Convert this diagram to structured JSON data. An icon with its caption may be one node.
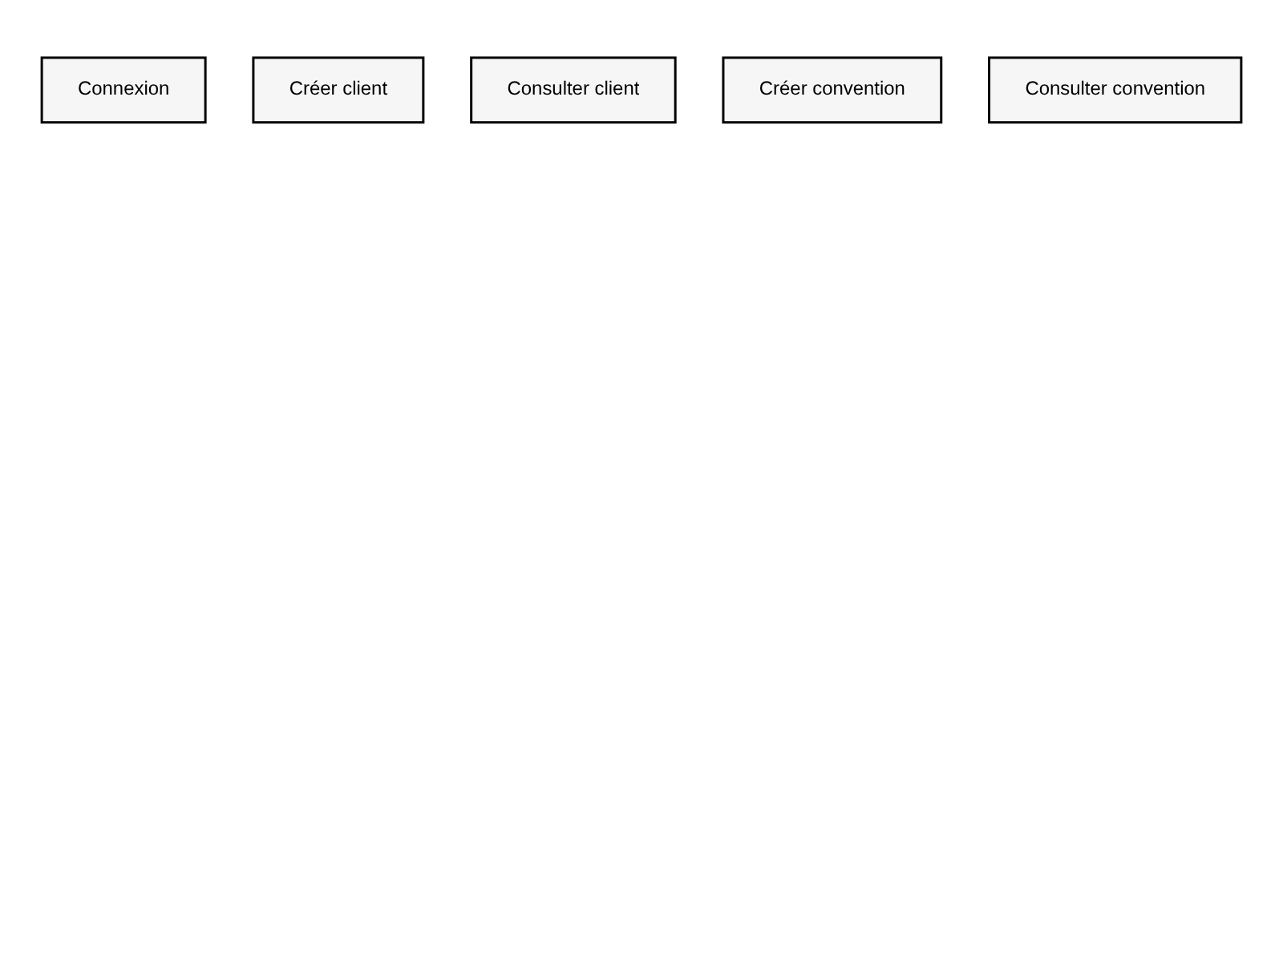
{
  "diagram": {
    "nodes": [
      {
        "text": [
          "Connexion"
        ]
      },
      {
        "text": [
          "Créer client"
        ]
      },
      {
        "text": [
          "Consulter client"
        ]
      },
      {
        "text": [
          "Créer convention"
        ]
      },
      {
        "text": [
          "Consulter convention"
        ]
      }
    ],
    "edges": []
  }
}
